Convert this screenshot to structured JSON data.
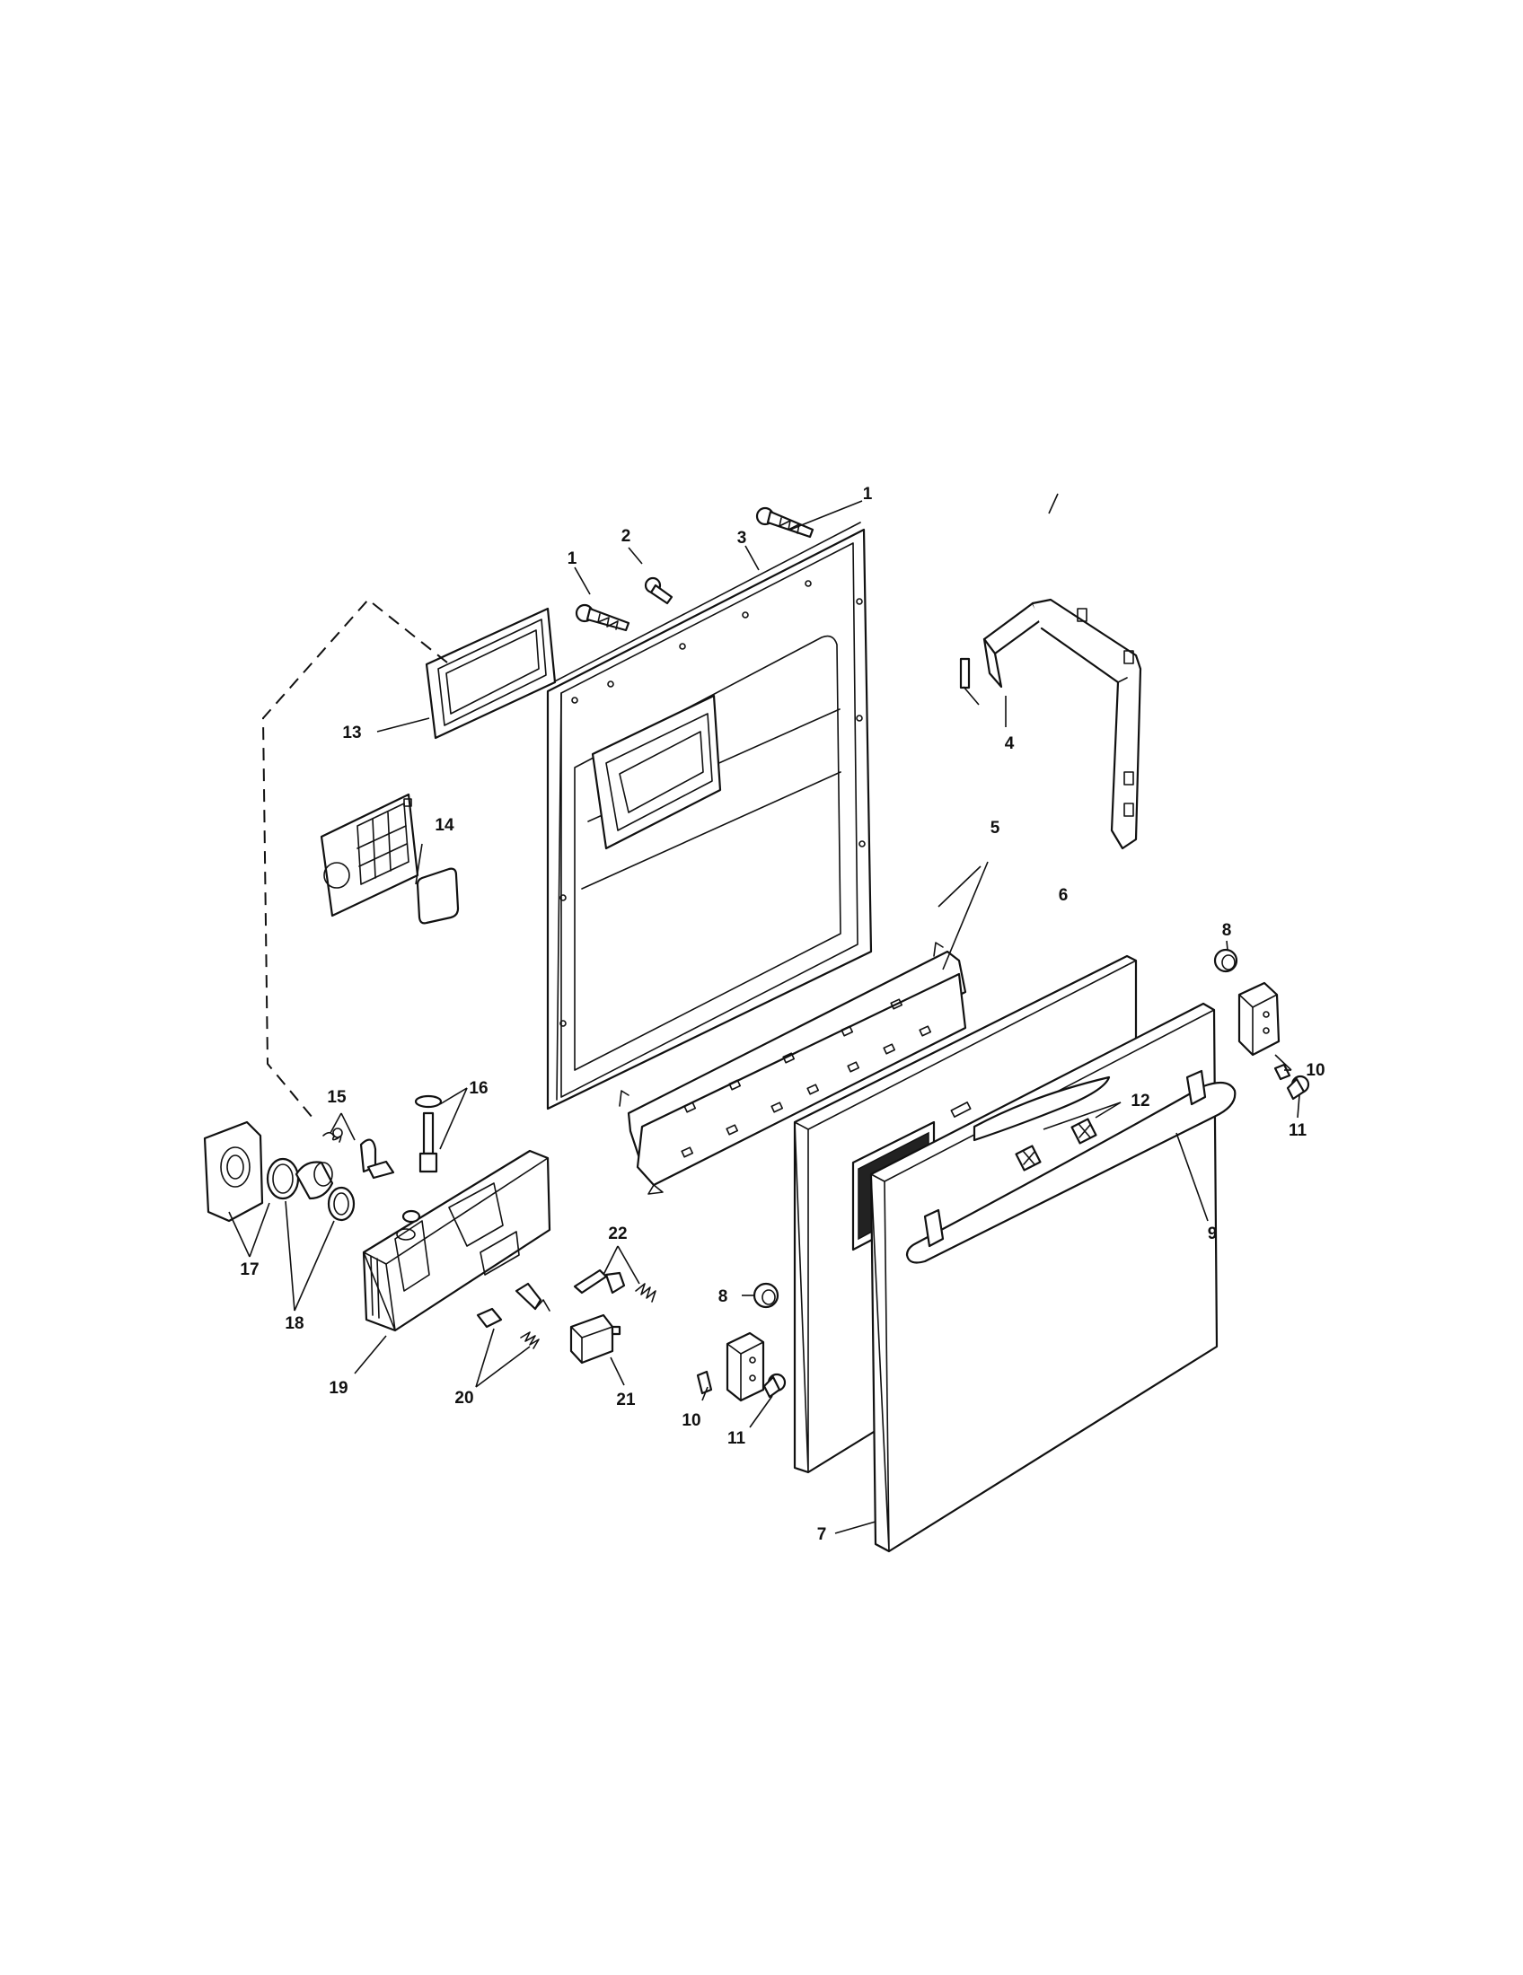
{
  "callouts": [
    {
      "id": "c1a",
      "label": "1"
    },
    {
      "id": "c1b",
      "label": "1"
    },
    {
      "id": "c2",
      "label": "2"
    },
    {
      "id": "c3",
      "label": "3"
    },
    {
      "id": "c4",
      "label": "4"
    },
    {
      "id": "c5",
      "label": "5"
    },
    {
      "id": "c6",
      "label": "6"
    },
    {
      "id": "c7",
      "label": "7"
    },
    {
      "id": "c8a",
      "label": "8"
    },
    {
      "id": "c8b",
      "label": "8"
    },
    {
      "id": "c9",
      "label": "9"
    },
    {
      "id": "c10a",
      "label": "10"
    },
    {
      "id": "c10b",
      "label": "10"
    },
    {
      "id": "c11a",
      "label": "11"
    },
    {
      "id": "c11b",
      "label": "11"
    },
    {
      "id": "c12",
      "label": "12"
    },
    {
      "id": "c13",
      "label": "13"
    },
    {
      "id": "c14",
      "label": "14"
    },
    {
      "id": "c15",
      "label": "15"
    },
    {
      "id": "c16",
      "label": "16"
    },
    {
      "id": "c17",
      "label": "17"
    },
    {
      "id": "c18",
      "label": "18"
    },
    {
      "id": "c19",
      "label": "19"
    },
    {
      "id": "c20",
      "label": "20"
    },
    {
      "id": "c21",
      "label": "21"
    },
    {
      "id": "c22",
      "label": "22"
    }
  ]
}
